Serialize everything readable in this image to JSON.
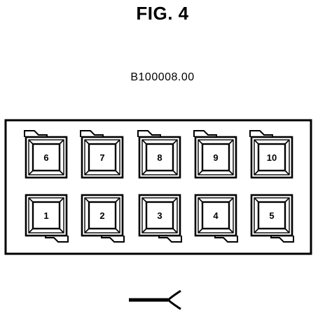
{
  "figure": {
    "title": "FIG. 4",
    "part_number": "B100008.00"
  },
  "connector": {
    "top_row": [
      "6",
      "7",
      "8",
      "9",
      "10"
    ],
    "bottom_row": [
      "1",
      "2",
      "3",
      "4",
      "5"
    ]
  },
  "colors": {
    "line": "#000000",
    "background": "#ffffff"
  }
}
